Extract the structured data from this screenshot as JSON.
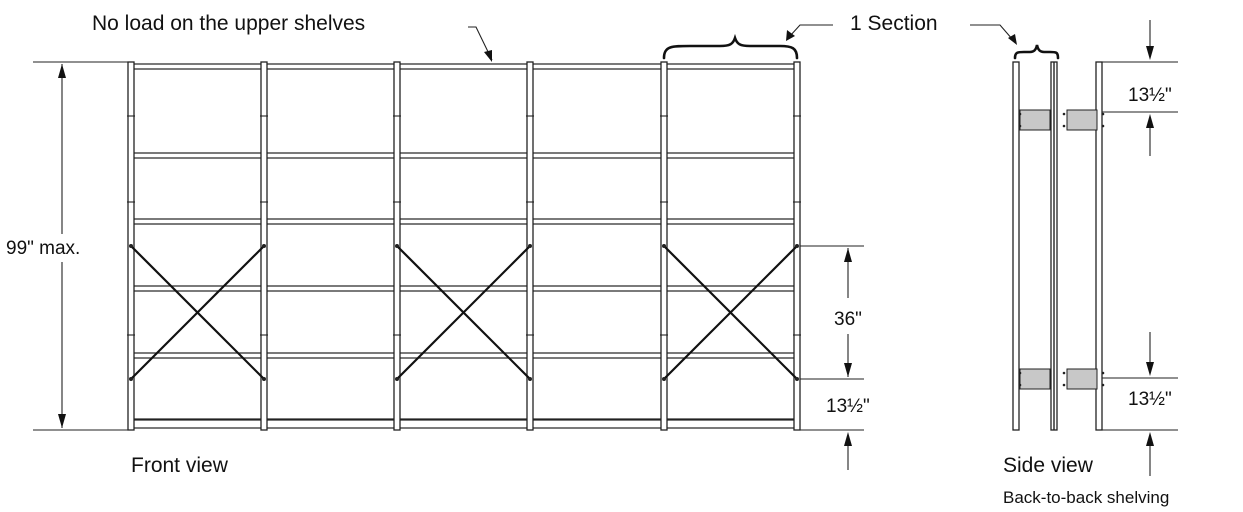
{
  "labels": {
    "upper_shelves_note": "No load on the upper shelves",
    "section_note": "1 Section",
    "height_max": "99\" max.",
    "brace_height": "36\"",
    "bottom_gap_front": "13½\"",
    "top_gap_side": "13½\"",
    "bottom_gap_side": "13½\"",
    "front_view": "Front view",
    "side_view": "Side view",
    "side_view_caption": "Back-to-back shelving"
  },
  "colors": {
    "line": "#222222",
    "fill_block": "#c8c8c8",
    "background": "#ffffff"
  }
}
